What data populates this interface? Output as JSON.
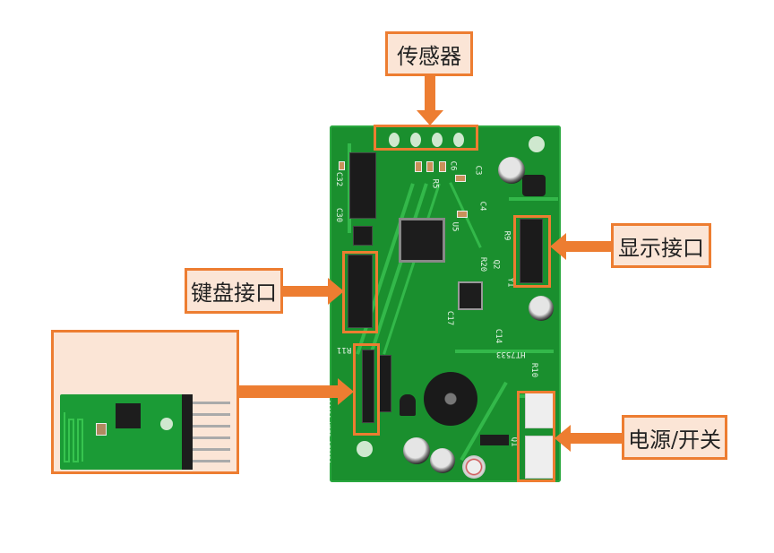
{
  "diagram": {
    "labels": {
      "sensor": "传感器",
      "display_interface": "显示接口",
      "keyboard_interface": "键盘接口",
      "power_switch": "电源/开关"
    },
    "silkscreen": {
      "c32": "C32",
      "c30": "C30",
      "c3": "C3",
      "c4": "C4",
      "c6": "C6",
      "r5": "R5",
      "r9": "R9",
      "r20": "R20",
      "r11": "R11",
      "q2": "Q2",
      "y1": "Y1",
      "u5": "U5",
      "r10": "R10",
      "q1": "Q1",
      "c14": "C14",
      "c17": "C17",
      "ht7533": "HT7533",
      "board_id": "144484-Y972-170224"
    },
    "colors": {
      "accent": "#ed7d31",
      "label_fill": "#fbe5d6",
      "pcb_green": "#1a8f2e"
    }
  }
}
